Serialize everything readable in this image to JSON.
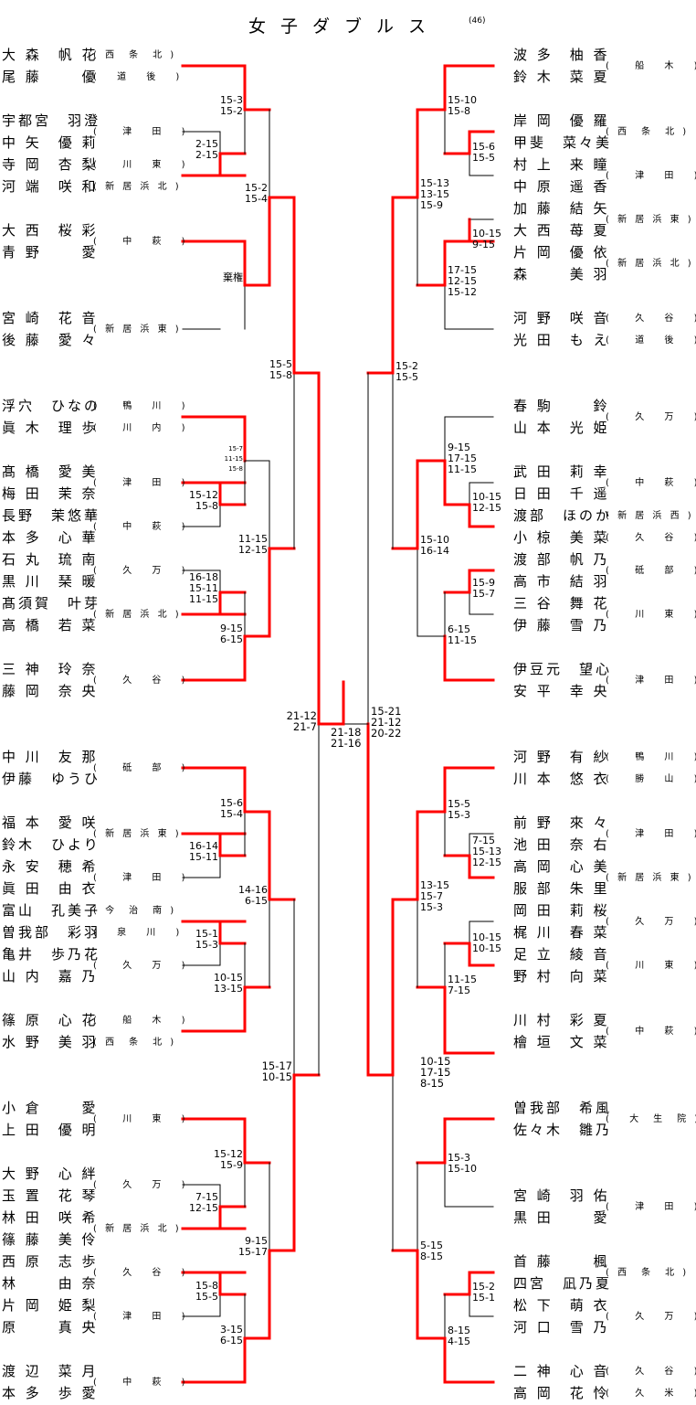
{
  "title": "女子ダブルス",
  "count": "(46)",
  "colors": {
    "winner": "#ff0000",
    "line": "#000000"
  },
  "left_pairs": [
    {
      "p1": "大 森　帆 花",
      "p2": "尾 藤　　 優",
      "team": "( 西　条　北 )",
      "team2": "( 　道　 後　 )"
    },
    {
      "p1": "宇都宮　羽澄",
      "p2": "中 矢　優 莉",
      "team": "( 　 津　 田　 )"
    },
    {
      "p1": "寺 岡　杏 梨",
      "p2": "河 端　咲 和",
      "team": "( 　 川　 東　 )",
      "team2": "( 新 居 浜 北 )"
    },
    {
      "p1": "大 西　桜 彩",
      "p2": "青 野　　 愛",
      "team": "( 　 中　 萩　 )"
    },
    {
      "p1": "宮 崎　花 音",
      "p2": "後 藤　愛 々",
      "team": "( 新 居 浜 東 )"
    },
    {
      "p1": "浮穴　ひなの",
      "p2": "眞 木　理 歩",
      "team": "( 　 鴨　 川　 )",
      "team2": "( 　 川　 内　 )"
    },
    {
      "p1": "髙 橋　愛 美",
      "p2": "梅 田　茉 奈",
      "team": "( 　 津　 田　 )"
    },
    {
      "p1": "長野　茉悠華",
      "p2": "本 多　心 華",
      "team": "( 　 中　 萩　 )"
    },
    {
      "p1": "石 丸　琉 南",
      "p2": "黒 川　琹 暖",
      "team": "( 　 久　 万　 )"
    },
    {
      "p1": "髙須賀　叶芽",
      "p2": "高 橋　若 菜",
      "team": "( 新 居 浜 北 )"
    },
    {
      "p1": "三 神　玲 奈",
      "p2": "藤 岡　奈 央",
      "team": "( 　 久　 谷　 )"
    },
    {
      "p1": "中 川　友 那",
      "p2": "伊藤　ゆうひ",
      "team": "( 　 砥　 部　 )"
    },
    {
      "p1": "福 本　愛 咲",
      "p2": "鈴木　ひより",
      "team": "( 新 居 浜 東 )"
    },
    {
      "p1": "永 安　穂 希",
      "p2": "眞 田　由 衣",
      "team": "( 　 津　 田　 )"
    },
    {
      "p1": "富山　孔美子",
      "p2": "曽我部　彩羽",
      "team": "( 今　治　南 )",
      "team2": "( 　泉　 川　 )"
    },
    {
      "p1": "亀井　歩乃花",
      "p2": "山 内　嘉 乃",
      "team": "( 　 久　 万　 )"
    },
    {
      "p1": "篠 原　心 花",
      "p2": "水 野　美 羽",
      "team": "( 　 船　 木　 )",
      "team2": "( 西　条　北 )"
    },
    {
      "p1": "小 倉　　 愛",
      "p2": "上 田　優 明",
      "team": "( 　 川　 東　 )"
    },
    {
      "p1": "大 野　心 絆",
      "p2": "玉 置　花 琴",
      "team": "( 　 久　 万　 )"
    },
    {
      "p1": "林 田　咲 希",
      "p2": "篠 藤　美 伶",
      "team": "( 新 居 浜 北 )"
    },
    {
      "p1": "西 原　志 歩",
      "p2": "林　　 由 奈",
      "team": "( 　 久　 谷　 )"
    },
    {
      "p1": "片 岡　姫 梨",
      "p2": "原　　 真 央",
      "team": "( 　 津　 田　 )"
    },
    {
      "p1": "渡 辺　菜 月",
      "p2": "本 多　歩 愛",
      "team": "( 　 中　 萩　 )"
    }
  ],
  "right_pairs": [
    {
      "p1": "波 多　柚 香",
      "p2": "鈴 木　菜 夏",
      "team": "( 　 船　 木　 )"
    },
    {
      "p1": "岸 岡　優 羅",
      "p2": "甲斐　菜々美",
      "team": "( 西　条　北 )"
    },
    {
      "p1": "村 上　来 瞳",
      "p2": "中 原　遥 香",
      "team": "( 　 津　 田　 )"
    },
    {
      "p1": "加 藤　結 矢",
      "p2": "大 西　苺 夏",
      "team": "( 新 居 浜 東 )"
    },
    {
      "p1": "片 岡　優 依",
      "p2": "森　　 美 羽",
      "team": "( 新 居 浜 北 )"
    },
    {
      "p1": "河 野　咲 音",
      "p2": "光 田　も え",
      "team": "( 　 久　 谷　 )",
      "team2": "( 　 道　 後　 )"
    },
    {
      "p1": "春 駒　　 鈴",
      "p2": "山 本　光 姫",
      "team": "( 　 久　 万　 )"
    },
    {
      "p1": "武 田　莉 幸",
      "p2": "日 田　千 遥",
      "team": "( 　 中　 萩　 )"
    },
    {
      "p1": "渡部　ほのか",
      "p2": "小 椋　美 菜",
      "team": "( 新 居 浜 西 )",
      "team2": "( 　 久　 谷　 )"
    },
    {
      "p1": "渡 部　帆 乃",
      "p2": "高 市　結 羽",
      "team": "( 　 砥　 部　 )"
    },
    {
      "p1": "三 谷　舞 花",
      "p2": "伊 藤　雪 乃",
      "team": "( 　 川　 東　 )"
    },
    {
      "p1": "伊豆元　望心",
      "p2": "安 平　幸 央",
      "team": "( 　 津　 田　 )"
    },
    {
      "p1": "河 野　有 紗",
      "p2": "川 本　悠 衣",
      "team": "( 　 鴨　 川　 )",
      "team2": "( 　 勝　 山　 )"
    },
    {
      "p1": "前 野　來 々",
      "p2": "池 田　奈 右",
      "team": "( 　 津　 田　 )"
    },
    {
      "p1": "高 岡　心 美",
      "p2": "服 部　朱 里",
      "team": "( 新 居 浜 東 )"
    },
    {
      "p1": "岡 田　莉 桜",
      "p2": "梶 川　春 菜",
      "team": "( 　 久　 万　 )"
    },
    {
      "p1": "足 立　綾 音",
      "p2": "野 村　向 菜",
      "team": "( 　 川　 東　 )"
    },
    {
      "p1": "川 村　彩 夏",
      "p2": "檜 垣　文 菜",
      "team": "( 　 中　 萩　 )"
    },
    {
      "p1": "曽我部　希風",
      "p2": "佐々木　雛乃",
      "team": "( 　大　生　院 )"
    },
    {
      "p1": "宮 崎　羽 佑",
      "p2": "黒 田　　 愛",
      "team": "( 　 津　 田　 )"
    },
    {
      "p1": "首 藤　　 楓",
      "p2": "四宮　凪乃夏",
      "team": "( 西　条　北 )"
    },
    {
      "p1": "松 下　萌 衣",
      "p2": "河 口　雪 乃",
      "team": "( 　 久　 万　 )"
    },
    {
      "p1": "二 神　心 音",
      "p2": "高 岡　花 怜",
      "team": "( 　 久　 谷　 )",
      "team2": "( 　 久　 米　 )"
    }
  ],
  "scores": {
    "l": [
      "15-3\n15-2",
      "2-15\n2-15",
      "15-2\n15-4",
      "棄権",
      "15-5\n15-8",
      "15-7\n11-15\n15-8",
      "15-12\n15-8",
      "11-15\n12-15",
      "16-18\n15-11\n11-15",
      "9-15\n6-15",
      "21-12\n21-7",
      "15-6\n15-4",
      "16-14\n15-11",
      "14-16\n6-15",
      "15-1\n15-3",
      "10-15\n13-15",
      "15-17\n10-15",
      "15-12\n15-9",
      "7-15\n12-15",
      "9-15\n15-17",
      "15-8\n15-5",
      "3-15\n6-15"
    ],
    "r": [
      "15-10\n15-8",
      "15-6\n15-5",
      "15-13\n13-15\n15-9",
      "10-15\n9-15",
      "17-15\n12-15\n15-12",
      "15-2\n15-5",
      "9-15\n17-15\n11-15",
      "10-15\n12-15",
      "15-10\n16-14",
      "15-9\n15-7",
      "6-15\n11-15",
      "15-21\n21-12\n20-22",
      "15-5\n15-3",
      "7-15\n15-13\n12-15",
      "13-15\n15-7\n15-3",
      "10-15\n10-15",
      "11-15\n7-15",
      "10-15\n17-15\n8-15",
      "15-3\n15-10",
      "5-15\n8-15",
      "15-2\n15-1",
      "8-15\n4-15"
    ],
    "final": "21-18\n21-16"
  }
}
